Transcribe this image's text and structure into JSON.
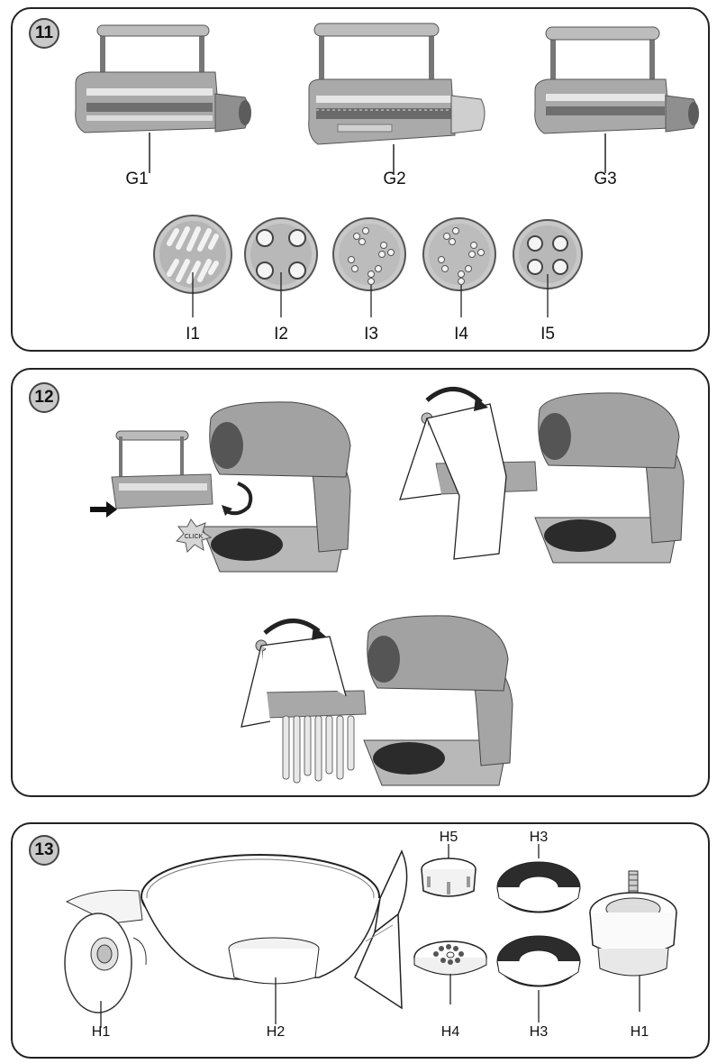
{
  "sections": [
    {
      "number": "11",
      "labels": {
        "g1": "G1",
        "g2": "G2",
        "g3": "G3",
        "i1": "I1",
        "i2": "I2",
        "i3": "I3",
        "i4": "I4",
        "i5": "I5"
      }
    },
    {
      "number": "12",
      "click_text": "CLICK"
    },
    {
      "number": "13",
      "labels": {
        "h1_left": "H1",
        "h2": "H2",
        "h5": "H5",
        "h3_top": "H3",
        "h4": "H4",
        "h3_bottom": "H3",
        "h1_right": "H1"
      }
    }
  ]
}
